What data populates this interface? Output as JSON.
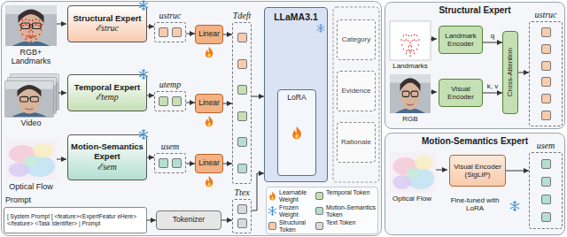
{
  "diagram": {
    "nodes": [
      {
        "text": [
          "Structural Expert",
          "ℰstruc"
        ]
      },
      {
        "text": [
          "ustruc"
        ]
      },
      {
        "text": [
          "Linear"
        ]
      },
      {
        "text": [
          "Temporal Expert",
          "ℰtemp"
        ]
      },
      {
        "text": [
          "utemp"
        ]
      },
      {
        "text": [
          "Linear"
        ]
      },
      {
        "text": [
          "Motion-Semantics Expert",
          "ℰsem"
        ]
      },
      {
        "text": [
          "usem"
        ]
      },
      {
        "text": [
          "Linear"
        ]
      },
      {
        "text": [
          "Tdeft"
        ]
      },
      {
        "text": [
          "LLaMA3.1"
        ]
      },
      {
        "text": [
          "LoRA"
        ],
        "in": 10
      },
      {
        "text": [
          "Category"
        ]
      },
      {
        "text": [
          "Evidence"
        ]
      },
      {
        "text": [
          "Rationale"
        ]
      },
      {
        "text": [
          "Ttex"
        ]
      },
      {
        "text": [
          "[ System Prompt ] <feature><ExpertFeatur eHere></feature> <Task Identifier> | Prompt"
        ]
      },
      {
        "text": [
          "Tokenizer"
        ]
      },
      {
        "text": [
          "Structural Expert"
        ]
      },
      {
        "text": [
          "Landmark Encoder"
        ],
        "in": 18
      },
      {
        "text": [
          "Visual Encoder"
        ],
        "in": 18
      },
      {
        "text": [
          "Cross-Attention"
        ],
        "in": 18
      },
      {
        "text": [
          "ustruc"
        ],
        "in": 18
      },
      {
        "text": [
          "Motion-Semantics Expert"
        ]
      },
      {
        "text": [
          "Visual Encoder (SigLIP)"
        ],
        "in": 23
      },
      {
        "text": [
          "usem"
        ],
        "in": 23
      }
    ],
    "edges": [
      {
        "from": 0,
        "to": 1,
        "arrow": "to"
      },
      {
        "from": 1,
        "to": 2,
        "arrow": "to"
      },
      {
        "from": 2,
        "to": 9,
        "arrow": "to"
      },
      {
        "from": 3,
        "to": 4,
        "arrow": "to"
      },
      {
        "from": 4,
        "to": 5,
        "arrow": "to"
      },
      {
        "from": 5,
        "to": 9,
        "arrow": "to"
      },
      {
        "from": 6,
        "to": 7,
        "arrow": "to"
      },
      {
        "from": 7,
        "to": 8,
        "arrow": "to"
      },
      {
        "from": 8,
        "to": 9,
        "arrow": "to"
      },
      {
        "from": 9,
        "to": 10,
        "arrow": "to"
      },
      {
        "from": 16,
        "to": 17,
        "arrow": "to"
      },
      {
        "from": 17,
        "to": 15,
        "arrow": "to"
      },
      {
        "from": 15,
        "to": 10,
        "arrow": "to"
      },
      {
        "from": 19,
        "to": 21,
        "label": "q",
        "arrow": "to"
      },
      {
        "from": 20,
        "to": 21,
        "label": "k, v",
        "arrow": "to"
      },
      {
        "from": 21,
        "to": 22,
        "arrow": "to"
      },
      {
        "from": 24,
        "to": 25,
        "arrow": "to"
      }
    ],
    "labels": [
      "RGB+ Landmarks",
      "Video",
      "Optical Flow",
      "Prompt",
      "Landmarks",
      "RGB",
      "Optical Flow",
      "Fine-tuned with LoRA"
    ],
    "legend": [
      {
        "text": "Learnable Weight"
      },
      {
        "text": "Frozen Weight"
      },
      {
        "text": "Structural Token",
        "color": "#f8cbad"
      },
      {
        "text": "Temporal Token",
        "color": "#c5e0b4"
      },
      {
        "text": "Motion-Semantics Token",
        "color": "#b4dfd0"
      },
      {
        "text": "Text Token",
        "color": "#d9d9d9"
      }
    ]
  }
}
